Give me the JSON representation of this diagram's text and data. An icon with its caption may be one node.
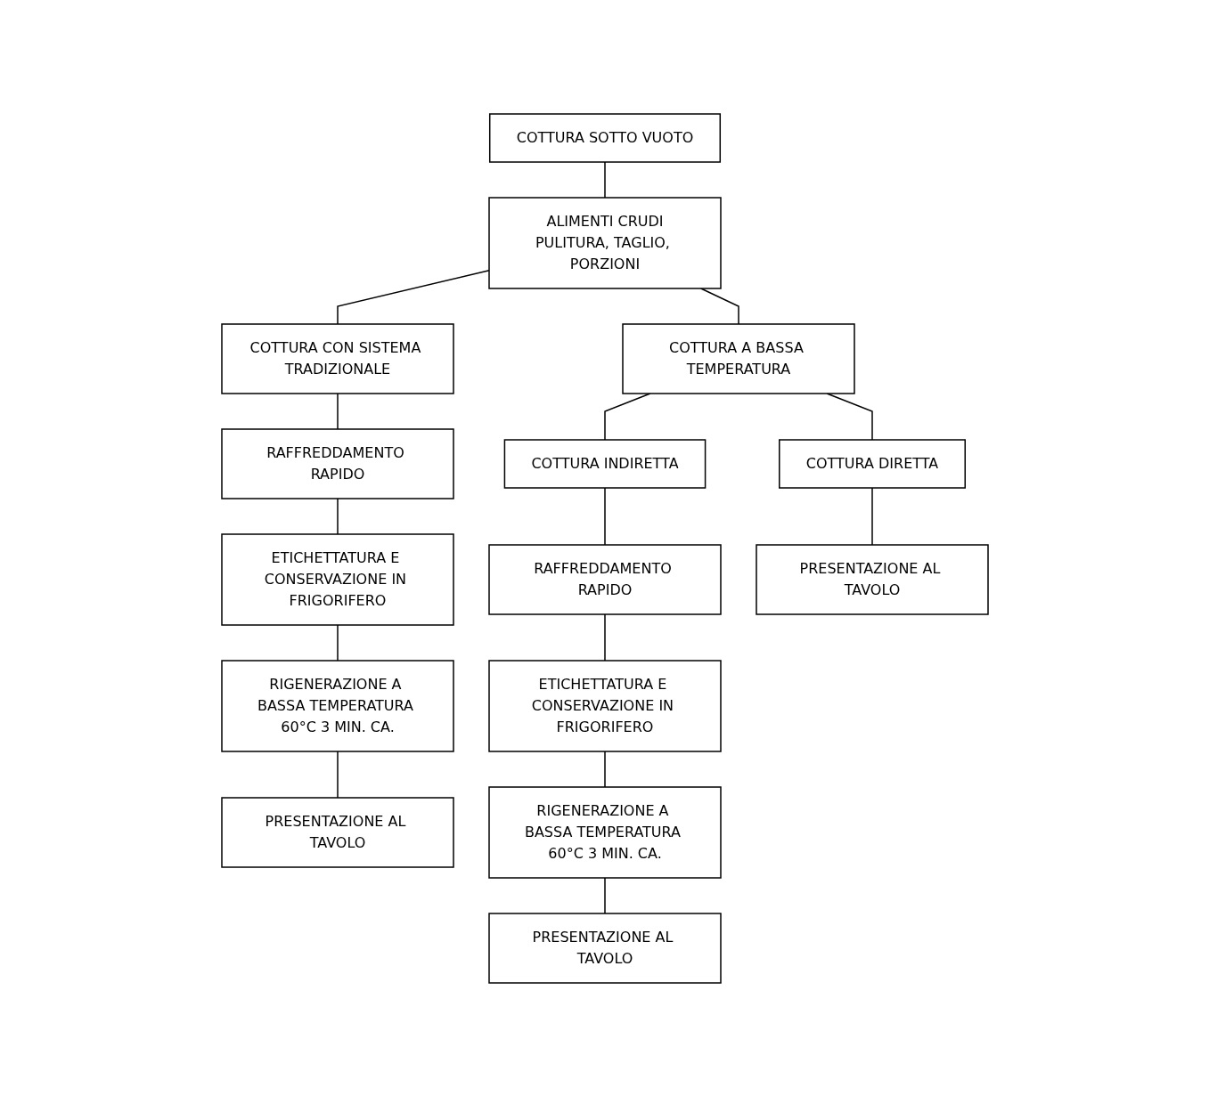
{
  "diagram": {
    "nodes": [
      {
        "text": [
          "COTTURA SOTTO VUOTO"
        ]
      },
      {
        "text": [
          "ALIMENTI CRUDI",
          "PULITURA, TAGLIO, PORZIONI"
        ]
      },
      {
        "text": [
          "COTTURA CON SISTEMA TRADIZIONALE"
        ]
      },
      {
        "text": [
          "COTTURA A BASSA TEMPERATURA"
        ]
      },
      {
        "text": [
          "RAFFREDDAMENTO RAPIDO"
        ]
      },
      {
        "text": [
          "ETICHETTATURA E CONSERVAZIONE IN FRIGORIFERO"
        ]
      },
      {
        "text": [
          "RIGENERAZIONE A BASSA TEMPERATURA 60°C 3 MIN. CA."
        ]
      },
      {
        "text": [
          "PRESENTAZIONE AL TAVOLO"
        ]
      },
      {
        "text": [
          "COTTURA INDIRETTA"
        ]
      },
      {
        "text": [
          "COTTURA DIRETTA"
        ]
      },
      {
        "text": [
          "RAFFREDDAMENTO RAPIDO"
        ]
      },
      {
        "text": [
          "ETICHETTATURA E CONSERVAZIONE IN FRIGORIFERO"
        ]
      },
      {
        "text": [
          "RIGENERAZIONE A BASSA TEMPERATURA 60°C 3 MIN. CA."
        ]
      },
      {
        "text": [
          "PRESENTAZIONE AL TAVOLO"
        ]
      },
      {
        "text": [
          "PRESENTAZIONE AL TAVOLO"
        ]
      }
    ],
    "edges": [
      {
        "from": 0,
        "to": 1,
        "arrow": "none"
      },
      {
        "from": 1,
        "to": 2,
        "arrow": "none"
      },
      {
        "from": 1,
        "to": 3,
        "arrow": "none"
      },
      {
        "from": 2,
        "to": 4,
        "arrow": "none"
      },
      {
        "from": 4,
        "to": 5,
        "arrow": "none"
      },
      {
        "from": 5,
        "to": 6,
        "arrow": "none"
      },
      {
        "from": 6,
        "to": 7,
        "arrow": "none"
      },
      {
        "from": 3,
        "to": 8,
        "arrow": "none"
      },
      {
        "from": 3,
        "to": 9,
        "arrow": "none"
      },
      {
        "from": 8,
        "to": 10,
        "arrow": "none"
      },
      {
        "from": 10,
        "to": 11,
        "arrow": "none"
      },
      {
        "from": 11,
        "to": 12,
        "arrow": "none"
      },
      {
        "from": 12,
        "to": 13,
        "arrow": "none"
      },
      {
        "from": 9,
        "to": 14,
        "arrow": "none"
      }
    ]
  }
}
